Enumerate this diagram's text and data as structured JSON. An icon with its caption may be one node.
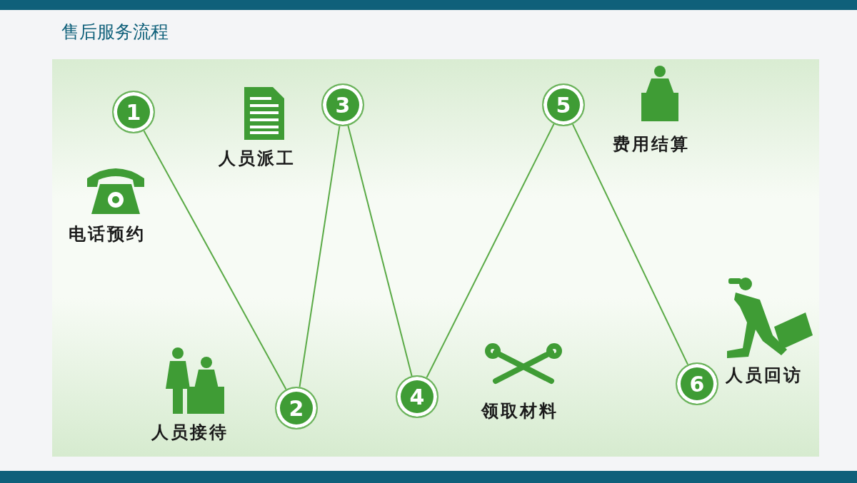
{
  "diagram": {
    "title": "售后服务流程",
    "nodes": [
      {
        "text": [
          "1"
        ]
      },
      {
        "text": [
          "2"
        ],
        "beside": [
          "人员接待"
        ]
      },
      {
        "text": [
          "3"
        ],
        "beside": [
          "人员派工"
        ]
      },
      {
        "text": [
          "4"
        ],
        "beside": [
          "领取材料"
        ]
      },
      {
        "text": [
          "5"
        ],
        "beside": [
          "费用结算"
        ]
      },
      {
        "text": [
          "6"
        ],
        "beside": [
          "人员回访"
        ]
      }
    ],
    "edges": [
      {
        "from": 0,
        "to": 1,
        "arrow": "none"
      },
      {
        "from": 1,
        "to": 2,
        "arrow": "none"
      },
      {
        "from": 2,
        "to": 3,
        "arrow": "none"
      },
      {
        "from": 3,
        "to": 4,
        "arrow": "none"
      },
      {
        "from": 4,
        "to": 5,
        "arrow": "none"
      }
    ],
    "labels": [
      "电话预约"
    ]
  }
}
